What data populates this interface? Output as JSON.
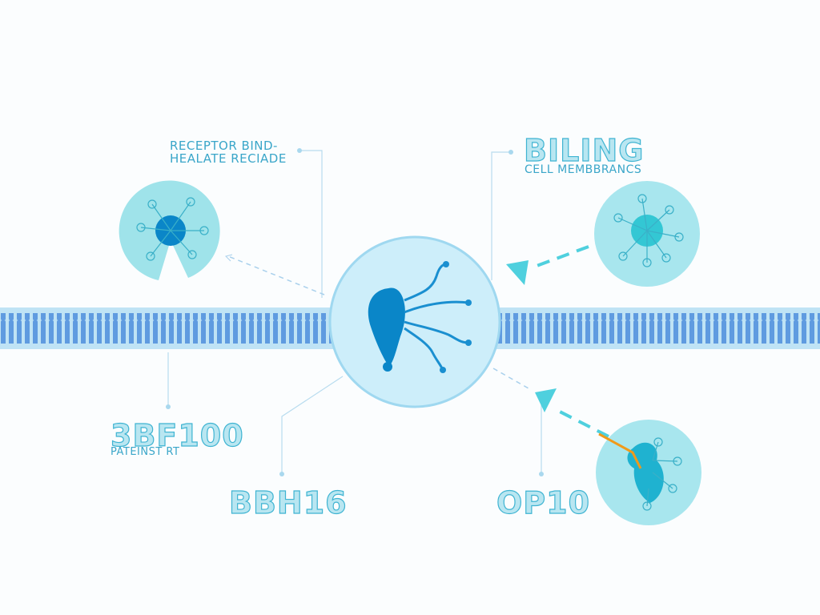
{
  "labels": {
    "top_left_line1": "RECEPTOR BIND-",
    "top_left_line2": "HEALATE RECIADE",
    "top_right_title": "BILING",
    "top_right_subtitle": "CELL MEMBBRANCS",
    "bottom_left_title": "3BF100",
    "bottom_left_subtitle": "PATEINST RT",
    "bottom_center": "BBH16",
    "bottom_right": "OP10"
  },
  "colors": {
    "membrane": "#5f9be0",
    "membrane_light": "#bfe3f5",
    "cell_fill": "#9fe3ea",
    "central_cell": "#cdeefa",
    "receptor": "#0a86c8",
    "cyan_arrow": "#4fd0de",
    "orange_ligand": "#f09a1a"
  }
}
